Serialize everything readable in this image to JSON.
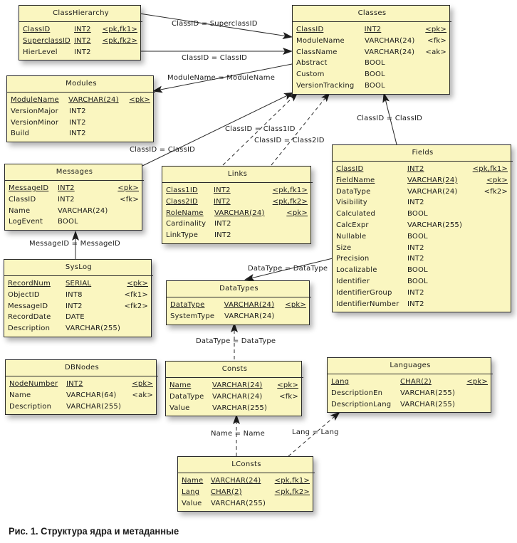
{
  "caption": "Рис. 1. Структура ядра и метаданные",
  "colors": {
    "table_fill": "#faf6c0",
    "border": "#2a2a2a",
    "line": "#2a2a2a"
  },
  "tables": {
    "classhierarchy": {
      "title": "ClassHierarchy",
      "columns": [
        {
          "name": "ClassID",
          "type": "INT2",
          "key": "<pk,fk1>",
          "pk": true
        },
        {
          "name": "SuperclassID",
          "type": "INT2",
          "key": "<pk,fk2>",
          "pk": true
        },
        {
          "name": "HierLevel",
          "type": "INT2",
          "key": "",
          "pk": false
        }
      ]
    },
    "classes": {
      "title": "Classes",
      "columns": [
        {
          "name": "ClassID",
          "type": "INT2",
          "key": "<pk>",
          "pk": true
        },
        {
          "name": "ModuleName",
          "type": "VARCHAR(24)",
          "key": "<fk>",
          "pk": false
        },
        {
          "name": "ClassName",
          "type": "VARCHAR(24)",
          "key": "<ak>",
          "pk": false
        },
        {
          "name": "Abstract",
          "type": "BOOL",
          "key": "",
          "pk": false
        },
        {
          "name": "Custom",
          "type": "BOOL",
          "key": "",
          "pk": false
        },
        {
          "name": "VersionTracking",
          "type": "BOOL",
          "key": "",
          "pk": false
        }
      ]
    },
    "modules": {
      "title": "Modules",
      "columns": [
        {
          "name": "ModuleName",
          "type": "VARCHAR(24)",
          "key": "<pk>",
          "pk": true
        },
        {
          "name": "VersionMajor",
          "type": "INT2",
          "key": "",
          "pk": false
        },
        {
          "name": "VersionMinor",
          "type": "INT2",
          "key": "",
          "pk": false
        },
        {
          "name": "Build",
          "type": "INT2",
          "key": "",
          "pk": false
        }
      ]
    },
    "messages": {
      "title": "Messages",
      "columns": [
        {
          "name": "MessageID",
          "type": "INT2",
          "key": "<pk>",
          "pk": true
        },
        {
          "name": "ClassID",
          "type": "INT2",
          "key": "<fk>",
          "pk": false
        },
        {
          "name": "Name",
          "type": "VARCHAR(24)",
          "key": "",
          "pk": false
        },
        {
          "name": "LogEvent",
          "type": "BOOL",
          "key": "",
          "pk": false
        }
      ]
    },
    "links": {
      "title": "Links",
      "columns": [
        {
          "name": "Class1ID",
          "type": "INT2",
          "key": "<pk,fk1>",
          "pk": true
        },
        {
          "name": "Class2ID",
          "type": "INT2",
          "key": "<pk,fk2>",
          "pk": true
        },
        {
          "name": "RoleName",
          "type": "VARCHAR(24)",
          "key": "<pk>",
          "pk": true
        },
        {
          "name": "Cardinality",
          "type": "INT2",
          "key": "",
          "pk": false
        },
        {
          "name": "LinkType",
          "type": "INT2",
          "key": "",
          "pk": false
        }
      ]
    },
    "fields": {
      "title": "Fields",
      "columns": [
        {
          "name": "ClassID",
          "type": "INT2",
          "key": "<pk,fk1>",
          "pk": true
        },
        {
          "name": "FieldName",
          "type": "VARCHAR(24)",
          "key": "<pk>",
          "pk": true
        },
        {
          "name": "DataType",
          "type": "VARCHAR(24)",
          "key": "<fk2>",
          "pk": false
        },
        {
          "name": "Visibility",
          "type": "INT2",
          "key": "",
          "pk": false
        },
        {
          "name": "Calculated",
          "type": "BOOL",
          "key": "",
          "pk": false
        },
        {
          "name": "CalcExpr",
          "type": "VARCHAR(255)",
          "key": "",
          "pk": false
        },
        {
          "name": "Nullable",
          "type": "BOOL",
          "key": "",
          "pk": false
        },
        {
          "name": "Size",
          "type": "INT2",
          "key": "",
          "pk": false
        },
        {
          "name": "Precision",
          "type": "INT2",
          "key": "",
          "pk": false
        },
        {
          "name": "Localizable",
          "type": "BOOL",
          "key": "",
          "pk": false
        },
        {
          "name": "Identifier",
          "type": "BOOL",
          "key": "",
          "pk": false
        },
        {
          "name": "IdentifierGroup",
          "type": "INT2",
          "key": "",
          "pk": false
        },
        {
          "name": "IdentifierNumber",
          "type": "INT2",
          "key": "",
          "pk": false
        }
      ]
    },
    "syslog": {
      "title": "SysLog",
      "columns": [
        {
          "name": "RecordNum",
          "type": "SERIAL",
          "key": "<pk>",
          "pk": true
        },
        {
          "name": "ObjectID",
          "type": "INT8",
          "key": "<fk1>",
          "pk": false
        },
        {
          "name": "MessageID",
          "type": "INT2",
          "key": "<fk2>",
          "pk": false
        },
        {
          "name": "RecordDate",
          "type": "DATE",
          "key": "",
          "pk": false
        },
        {
          "name": "Description",
          "type": "VARCHAR(255)",
          "key": "",
          "pk": false
        }
      ]
    },
    "datatypes": {
      "title": "DataTypes",
      "columns": [
        {
          "name": "DataType",
          "type": "VARCHAR(24)",
          "key": "<pk>",
          "pk": true
        },
        {
          "name": "SystemType",
          "type": "VARCHAR(24)",
          "key": "",
          "pk": false
        }
      ]
    },
    "dbnodes": {
      "title": "DBNodes",
      "columns": [
        {
          "name": "NodeNumber",
          "type": "INT2",
          "key": "<pk>",
          "pk": true
        },
        {
          "name": "Name",
          "type": "VARCHAR(64)",
          "key": "<ak>",
          "pk": false
        },
        {
          "name": "Description",
          "type": "VARCHAR(255)",
          "key": "",
          "pk": false
        }
      ]
    },
    "consts": {
      "title": "Consts",
      "columns": [
        {
          "name": "Name",
          "type": "VARCHAR(24)",
          "key": "<pk>",
          "pk": true
        },
        {
          "name": "DataType",
          "type": "VARCHAR(24)",
          "key": "<fk>",
          "pk": false
        },
        {
          "name": "Value",
          "type": "VARCHAR(255)",
          "key": "",
          "pk": false
        }
      ]
    },
    "languages": {
      "title": "Languages",
      "columns": [
        {
          "name": "Lang",
          "type": "CHAR(2)",
          "key": "<pk>",
          "pk": true
        },
        {
          "name": "DescriptionEn",
          "type": "VARCHAR(255)",
          "key": "",
          "pk": false
        },
        {
          "name": "DescriptionLang",
          "type": "VARCHAR(255)",
          "key": "",
          "pk": false
        }
      ]
    },
    "lconsts": {
      "title": "LConsts",
      "columns": [
        {
          "name": "Name",
          "type": "VARCHAR(24)",
          "key": "<pk,fk1>",
          "pk": true
        },
        {
          "name": "Lang",
          "type": "CHAR(2)",
          "key": "<pk,fk2>",
          "pk": true
        },
        {
          "name": "Value",
          "type": "VARCHAR(255)",
          "key": "",
          "pk": false
        }
      ]
    }
  },
  "relationships": [
    {
      "id": "r1",
      "label": "ClassID = SuperclassID",
      "from": "ClassHierarchy",
      "to": "Classes",
      "dashed": false
    },
    {
      "id": "r2",
      "label": "ClassID = ClassID",
      "from": "ClassHierarchy",
      "to": "Classes",
      "dashed": false
    },
    {
      "id": "r3",
      "label": "ModuleName = ModuleName",
      "from": "Classes",
      "to": "Modules",
      "dashed": false
    },
    {
      "id": "r4",
      "label": "ClassID = ClassID",
      "from": "Messages",
      "to": "Classes",
      "dashed": false
    },
    {
      "id": "r5",
      "label": "ClassID = Class1ID",
      "from": "Links",
      "to": "Classes",
      "dashed": true
    },
    {
      "id": "r6",
      "label": "ClassID = Class2ID",
      "from": "Links",
      "to": "Classes",
      "dashed": true
    },
    {
      "id": "r7",
      "label": "ClassID = ClassID",
      "from": "Fields",
      "to": "Classes",
      "dashed": false
    },
    {
      "id": "r8",
      "label": "MessageID = MessageID",
      "from": "SysLog",
      "to": "Messages",
      "dashed": false
    },
    {
      "id": "r9",
      "label": "DataType = DataType",
      "from": "Fields",
      "to": "DataTypes",
      "dashed": false
    },
    {
      "id": "r10",
      "label": "DataType = DataType",
      "from": "Consts",
      "to": "DataTypes",
      "dashed": true
    },
    {
      "id": "r11",
      "label": "Name = Name",
      "from": "LConsts",
      "to": "Consts",
      "dashed": true
    },
    {
      "id": "r12",
      "label": "Lang = Lang",
      "from": "LConsts",
      "to": "Languages",
      "dashed": true
    }
  ]
}
